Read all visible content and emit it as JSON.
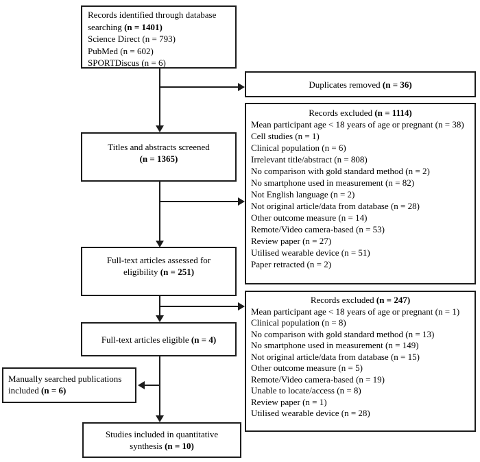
{
  "colors": {
    "ink": "#000000",
    "line": "#1c1c1c",
    "background": "#ffffff"
  },
  "boxes": {
    "identified": {
      "lines": [
        {
          "runs": [
            {
              "t": "Records identified through database",
              "b": false
            }
          ]
        },
        {
          "runs": [
            {
              "t": "searching ",
              "b": false
            },
            {
              "t": "(n = 1401)",
              "b": true
            }
          ]
        },
        {
          "runs": [
            {
              "t": "Science Direct (n = 793)",
              "b": false
            }
          ]
        },
        {
          "runs": [
            {
              "t": "PubMed (n = 602)",
              "b": false
            }
          ]
        },
        {
          "runs": [
            {
              "t": "SPORTDiscus (n = 6)",
              "b": false
            }
          ]
        }
      ]
    },
    "duplicates": {
      "lines": [
        {
          "center": true,
          "runs": [
            {
              "t": "Duplicates removed ",
              "b": false
            },
            {
              "t": "(n = 36)",
              "b": true
            }
          ]
        }
      ]
    },
    "excluded1": {
      "lines": [
        {
          "center": true,
          "runs": [
            {
              "t": "Records excluded ",
              "b": false
            },
            {
              "t": "(n = 1114)",
              "b": true
            }
          ]
        },
        {
          "runs": [
            {
              "t": "Mean participant age < 18 years of age or pregnant (n = 38)",
              "b": false
            }
          ]
        },
        {
          "runs": [
            {
              "t": "Cell studies (n = 1)",
              "b": false
            }
          ]
        },
        {
          "runs": [
            {
              "t": "Clinical population (n = 6)",
              "b": false
            }
          ]
        },
        {
          "runs": [
            {
              "t": "Irrelevant title/abstract (n = 808)",
              "b": false
            }
          ]
        },
        {
          "runs": [
            {
              "t": "No comparison with gold standard method (n = 2)",
              "b": false
            }
          ]
        },
        {
          "runs": [
            {
              "t": "No smartphone used in measurement (n = 82)",
              "b": false
            }
          ]
        },
        {
          "runs": [
            {
              "t": "Not English language (n = 2)",
              "b": false
            }
          ]
        },
        {
          "runs": [
            {
              "t": "Not original article/data from database (n = 28)",
              "b": false
            }
          ]
        },
        {
          "runs": [
            {
              "t": "Other outcome measure (n = 14)",
              "b": false
            }
          ]
        },
        {
          "runs": [
            {
              "t": "Remote/Video camera-based (n = 53)",
              "b": false
            }
          ]
        },
        {
          "runs": [
            {
              "t": "Review paper (n = 27)",
              "b": false
            }
          ]
        },
        {
          "runs": [
            {
              "t": "Utilised wearable device (n = 51)",
              "b": false
            }
          ]
        },
        {
          "runs": [
            {
              "t": "Paper retracted (n = 2)",
              "b": false
            }
          ]
        }
      ]
    },
    "screened": {
      "lines": [
        {
          "center": true,
          "runs": [
            {
              "t": "Titles and abstracts screened",
              "b": false
            }
          ]
        },
        {
          "center": true,
          "runs": [
            {
              "t": "(n = 1365)",
              "b": true
            }
          ]
        }
      ]
    },
    "assessed": {
      "lines": [
        {
          "center": true,
          "runs": [
            {
              "t": "Full-text articles assessed for",
              "b": false
            }
          ]
        },
        {
          "center": true,
          "runs": [
            {
              "t": "eligibility ",
              "b": false
            },
            {
              "t": "(n = 251)",
              "b": true
            }
          ]
        }
      ]
    },
    "excluded2": {
      "lines": [
        {
          "center": true,
          "runs": [
            {
              "t": "Records excluded ",
              "b": false
            },
            {
              "t": "(n = 247)",
              "b": true
            }
          ]
        },
        {
          "runs": [
            {
              "t": "Mean participant age < 18 years of age or pregnant (n = 1)",
              "b": false
            }
          ]
        },
        {
          "runs": [
            {
              "t": "Clinical population (n = 8)",
              "b": false
            }
          ]
        },
        {
          "runs": [
            {
              "t": "No comparison with gold standard method (n = 13)",
              "b": false
            }
          ]
        },
        {
          "runs": [
            {
              "t": "No smartphone used in measurement (n = 149)",
              "b": false
            }
          ]
        },
        {
          "runs": [
            {
              "t": "Not original article/data from database (n = 15)",
              "b": false
            }
          ]
        },
        {
          "runs": [
            {
              "t": "Other outcome measure (n = 5)",
              "b": false
            }
          ]
        },
        {
          "runs": [
            {
              "t": "Remote/Video camera-based (n = 19)",
              "b": false
            }
          ]
        },
        {
          "runs": [
            {
              "t": "Unable to locate/access (n = 8)",
              "b": false
            }
          ]
        },
        {
          "runs": [
            {
              "t": "Review paper (n = 1)",
              "b": false
            }
          ]
        },
        {
          "runs": [
            {
              "t": "Utilised wearable device (n = 28)",
              "b": false
            }
          ]
        }
      ]
    },
    "eligible": {
      "lines": [
        {
          "center": true,
          "runs": [
            {
              "t": "Full-text articles eligible ",
              "b": false
            },
            {
              "t": "(n = 4)",
              "b": true
            }
          ]
        }
      ]
    },
    "manual": {
      "lines": [
        {
          "runs": [
            {
              "t": "Manually searched publications included ",
              "b": false
            },
            {
              "t": "(n = 6)",
              "b": true
            }
          ]
        }
      ]
    },
    "included": {
      "lines": [
        {
          "center": true,
          "runs": [
            {
              "t": "Studies included in quantitative",
              "b": false
            }
          ]
        },
        {
          "center": true,
          "runs": [
            {
              "t": "synthesis ",
              "b": false
            },
            {
              "t": "(n = 10)",
              "b": true
            }
          ]
        }
      ]
    }
  }
}
